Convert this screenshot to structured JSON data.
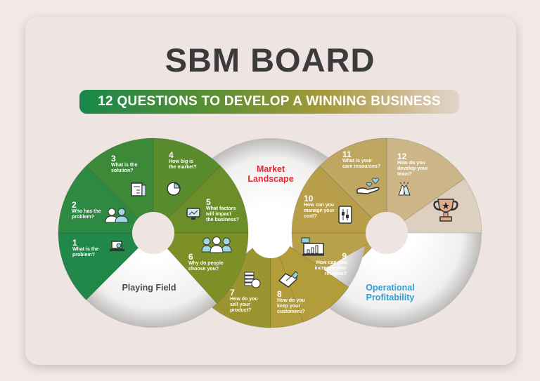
{
  "title": "SBM BOARD",
  "subtitle": "12 QUESTIONS TO DEVELOP A WINNING BUSINESS",
  "sections": {
    "playing_field": {
      "label": "Playing Field",
      "color": "#4a4a4a"
    },
    "market_landscape": {
      "label": "Market Landscape",
      "color": "#e02a35"
    },
    "operational_profitability": {
      "label": "Operational Profitability",
      "color": "#2d9fdc"
    }
  },
  "questions": [
    {
      "number": "1",
      "text": "What is the problem?",
      "icon": "laptop-search-icon"
    },
    {
      "number": "2",
      "text": "Who has the problem?",
      "icon": "people-icon"
    },
    {
      "number": "3",
      "text": "What is the solution?",
      "icon": "document-icon"
    },
    {
      "number": "4",
      "text": "How big is the market?",
      "icon": "pie-chart-icon"
    },
    {
      "number": "5",
      "text": "What factors will impact the business?",
      "icon": "monitor-chart-icon"
    },
    {
      "number": "6",
      "text": "Why do people choose you?",
      "icon": "group-icon"
    },
    {
      "number": "7",
      "text": "How do you sell your product?",
      "icon": "coins-icon"
    },
    {
      "number": "8",
      "text": "How do you keep your customers?",
      "icon": "handshake-icon"
    },
    {
      "number": "9",
      "text": "How can you increase your revenue?",
      "icon": "bar-chart-icon"
    },
    {
      "number": "10",
      "text": "How can you manage your cost?",
      "icon": "sliders-icon"
    },
    {
      "number": "11",
      "text": "What is your care resources?",
      "icon": "hand-hearts-icon"
    },
    {
      "number": "12",
      "text": "How do you develop your team?",
      "icon": "high-five-icon"
    }
  ],
  "trophy_icon": "trophy-icon",
  "colors": {
    "green": "#23884a",
    "olive": "#7d8c27",
    "gold": "#b29b3c",
    "tan": "#d9c9b5",
    "background": "#eee4e2"
  }
}
